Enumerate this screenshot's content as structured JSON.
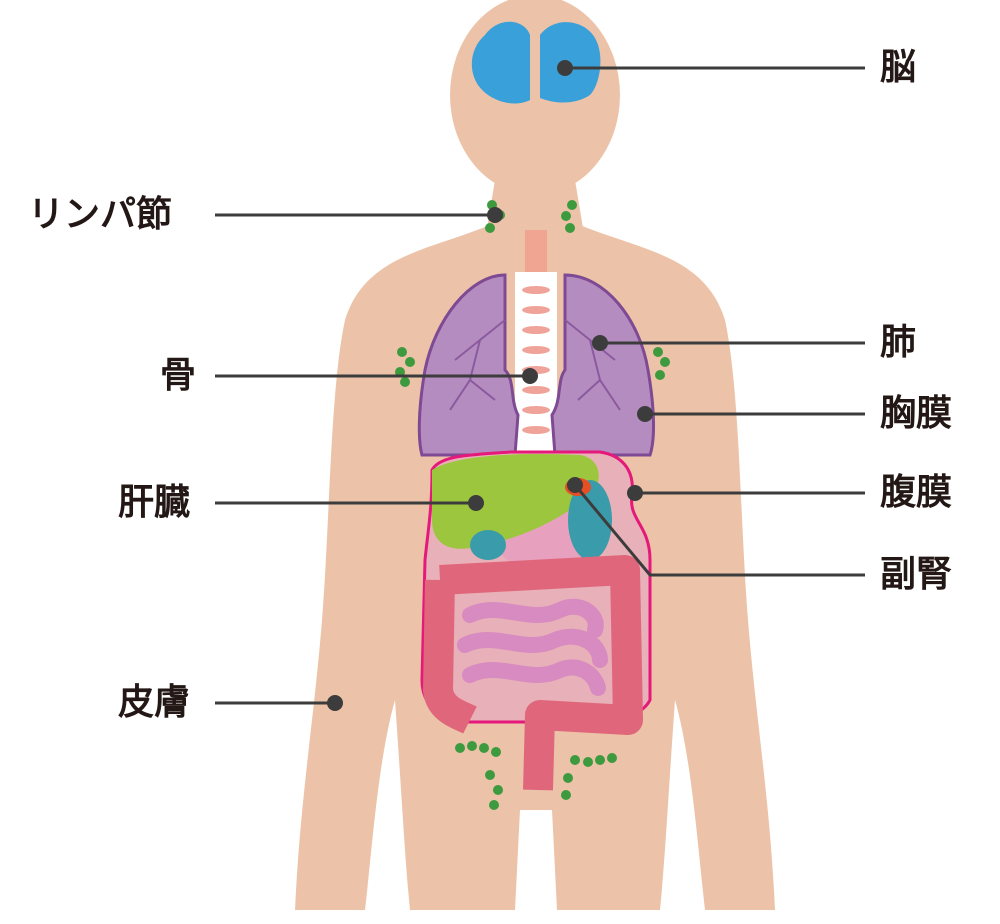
{
  "diagram": {
    "labels": {
      "brain": "脳",
      "lymph_node": "リンパ節",
      "lung": "肺",
      "bone": "骨",
      "pleura": "胸膜",
      "liver": "肝臓",
      "peritoneum": "腹膜",
      "adrenal": "副腎",
      "skin": "皮膚"
    },
    "colors": {
      "body": "#ECC3A8",
      "brain": "#3AA0D9",
      "lung": "#B58CC0",
      "lung_outline": "#7E4A93",
      "liver": "#9CC63E",
      "peritoneum_outline": "#E5197A",
      "colon": "#E0677B",
      "small_intestine": "#D88BC0",
      "stomach": "#E7A0BE",
      "kidney": "#3A9BAA",
      "adrenal": "#E84E24",
      "lymph": "#3E9A3E",
      "leader": "#3C3C3C",
      "spine": "#F0A39A"
    }
  }
}
